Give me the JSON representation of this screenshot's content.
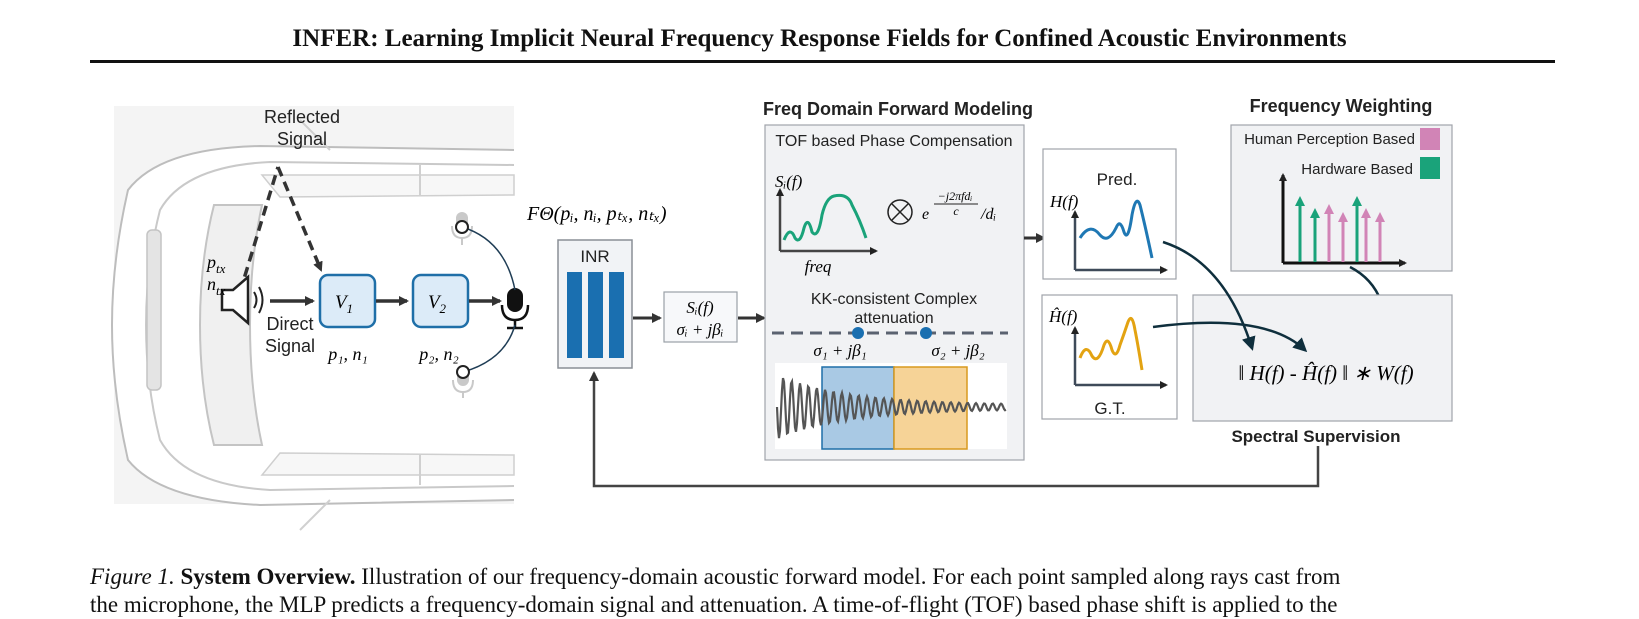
{
  "paper": {
    "title": "INFER: Learning Implicit Neural Frequency Response Fields for Confined Acoustic Environments"
  },
  "figure": {
    "car": {
      "reflected_signal_line1": "Reflected",
      "reflected_signal_line2": "Signal",
      "direct_signal_line1": "Direct",
      "direct_signal_line2": "Signal",
      "p_tx": "p",
      "p_tx_sub": "tx",
      "n_tx": "n",
      "n_tx_sub": "tx",
      "v1": "V",
      "v1_sub": "1",
      "v2": "V",
      "v2_sub": "2",
      "p1n1": "p₁, n₁",
      "p2n2": "p₂, n₂"
    },
    "inr": {
      "function_label": "FΘ(pᵢ, nᵢ, pₜₓ, nₜₓ)",
      "box_label": "INR",
      "output_line1": "Sᵢ(f)",
      "output_line2": "σᵢ + jβᵢ"
    },
    "forward_model": {
      "section_title": "Freq Domain Forward Modeling",
      "phase_title": "TOF based Phase Compensation",
      "signal_label": "Sᵢ(f)",
      "freq_label": "freq",
      "convolve_symbol": "⊗",
      "exp_formula": "e^(−j2πf dᵢ / c) / dᵢ",
      "exp_base": "e",
      "exp_num": "−j2πfdᵢ",
      "exp_den": "c",
      "exp_tail": "/dᵢ",
      "kk_line1": "KK-consistent Complex",
      "kk_line2": "attenuation",
      "sigma1": "σ₁ + jβ₁",
      "sigma2": "σ₂ + jβ₂"
    },
    "pred": {
      "title": "Pred.",
      "axis_label": "H(f)"
    },
    "gt": {
      "title": "G.T.",
      "axis_label": "Ĥ(f)"
    },
    "weighting": {
      "section_title": "Frequency Weighting",
      "legend_human": "Human Perception Based",
      "legend_hardware": "Hardware Based",
      "color_human": "#d184b6",
      "color_hardware": "#1aa37a"
    },
    "supervision": {
      "formula": "‖ H(f) - Ĥ(f) ‖ ∗ W(f)",
      "title": "Spectral Supervision"
    },
    "colors": {
      "inr_blue": "#1a6fb0",
      "pred_blue": "#1f78b4",
      "gt_orange": "#e3a312",
      "spec_green": "#1aa37a",
      "arrow_dark": "#0f2f3d",
      "atten_blue": "#a9c9e4",
      "atten_orange": "#f6d397"
    }
  },
  "caption": {
    "label": "Figure 1.",
    "heading": "System Overview.",
    "text_line1": "Illustration of our frequency-domain acoustic forward model. For each point sampled along rays cast from",
    "text_line2": "the microphone, the MLP predicts a frequency-domain signal and attenuation. A time-of-flight (TOF) based phase shift is applied to the"
  }
}
